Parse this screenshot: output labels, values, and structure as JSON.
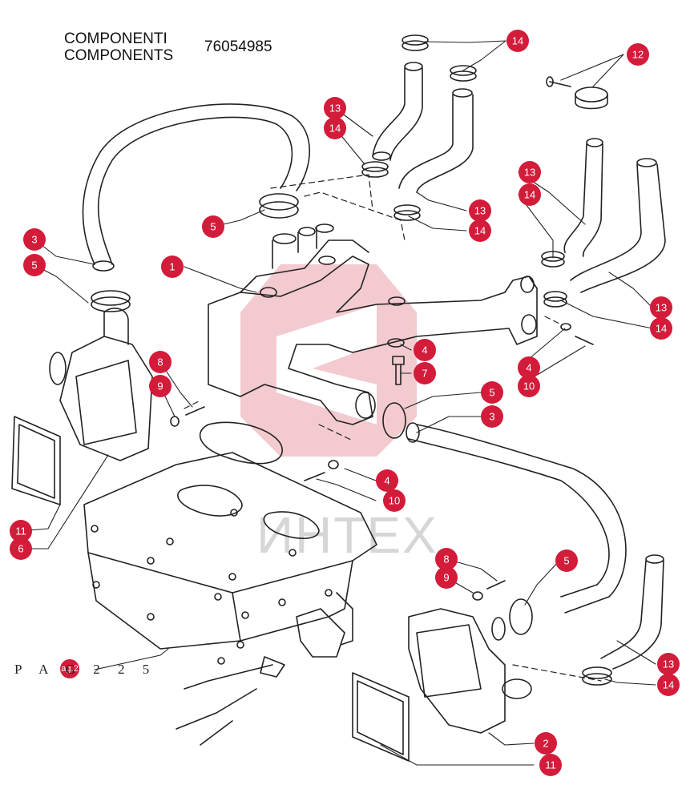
{
  "header": {
    "title_it": "COMPONENTI",
    "title_en": "COMPONENTS",
    "part_number": "76054985"
  },
  "page_ref": {
    "text": "P A G 2 2 5",
    "badge": "ag.2"
  },
  "watermark": "ИНТЕХ",
  "colors": {
    "badge": "#d31b3a",
    "line": "#222222",
    "watermark": "#e8a0a8"
  },
  "callouts": [
    "14",
    "12",
    "13",
    "14",
    "14",
    "13",
    "5",
    "13",
    "14",
    "3",
    "5",
    "14",
    "13",
    "1",
    "13",
    "14",
    "4",
    "7",
    "4",
    "10",
    "8",
    "9",
    "5",
    "3",
    "4",
    "10",
    "11",
    "6",
    "8",
    "5",
    "9",
    "13",
    "14",
    "2",
    "11"
  ]
}
